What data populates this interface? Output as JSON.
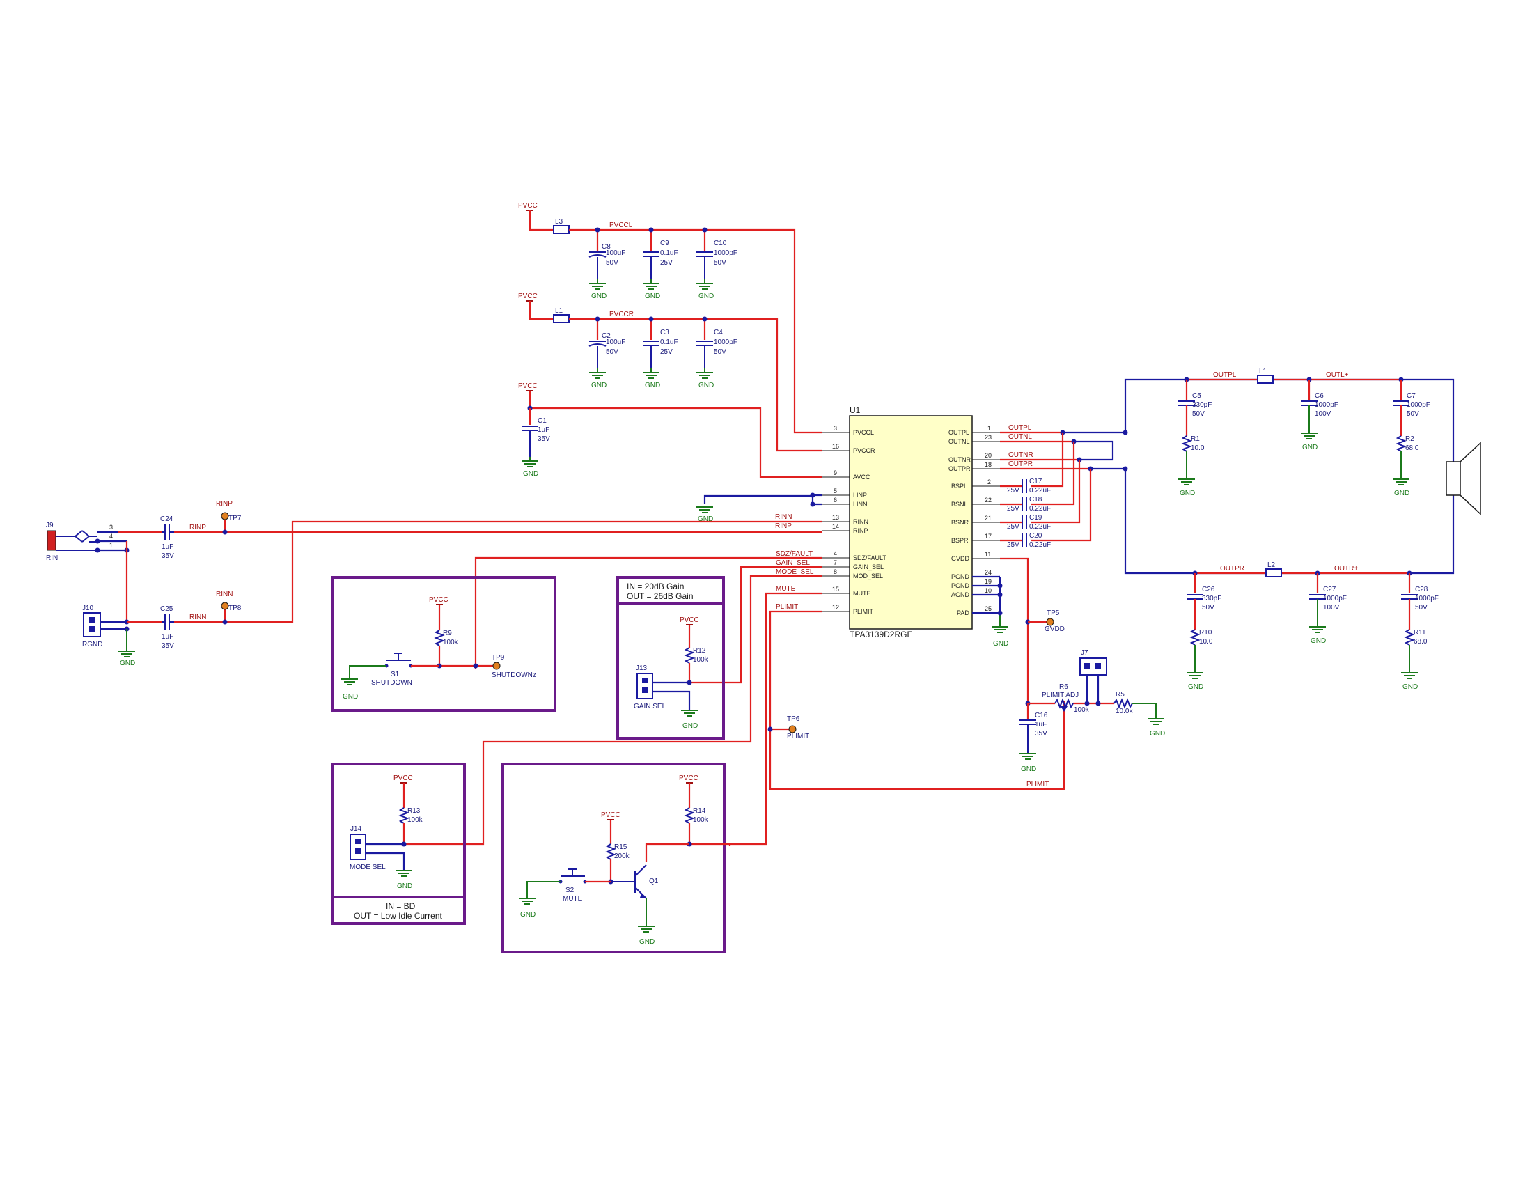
{
  "ic": {
    "ref": "U1",
    "part": "TPA3139D2RGE",
    "left_pins": [
      {
        "num": "3",
        "name": "PVCCL"
      },
      {
        "num": "16",
        "name": "PVCCR"
      },
      {
        "num": "9",
        "name": "AVCC"
      },
      {
        "num": "5",
        "name": "LINP"
      },
      {
        "num": "6",
        "name": "LINN"
      },
      {
        "num": "13",
        "name": "RINN"
      },
      {
        "num": "14",
        "name": "RINP"
      },
      {
        "num": "4",
        "name": "SDZ/FAULT"
      },
      {
        "num": "7",
        "name": "GAIN_SEL"
      },
      {
        "num": "8",
        "name": "MOD_SEL"
      },
      {
        "num": "15",
        "name": "MUTE"
      },
      {
        "num": "12",
        "name": "PLIMIT"
      }
    ],
    "right_pins": [
      {
        "num": "1",
        "name": "OUTPL"
      },
      {
        "num": "23",
        "name": "OUTNL"
      },
      {
        "num": "20",
        "name": "OUTNR"
      },
      {
        "num": "18",
        "name": "OUTPR"
      },
      {
        "num": "2",
        "name": "BSPL"
      },
      {
        "num": "22",
        "name": "BSNL"
      },
      {
        "num": "21",
        "name": "BSNR"
      },
      {
        "num": "17",
        "name": "BSPR"
      },
      {
        "num": "11",
        "name": "GVDD"
      },
      {
        "num": "24",
        "name": "PGND"
      },
      {
        "num": "19",
        "name": "PGND"
      },
      {
        "num": "10",
        "name": "AGND"
      },
      {
        "num": "25",
        "name": "PAD"
      }
    ]
  },
  "power": {
    "pvcc": "PVCC",
    "gnd": "GND",
    "rgnd": "RGND"
  },
  "nets": {
    "pvccl": "PVCCL",
    "pvccr": "PVCCR",
    "rinp": "RINP",
    "rinn": "RINN",
    "sdz_fault": "SDZ/FAULT",
    "gain_sel": "GAIN_SEL",
    "mode_sel": "MODE_SEL",
    "mute": "MUTE",
    "plimit": "PLIMIT",
    "outpl": "OUTPL",
    "outnl": "OUTNL",
    "outnr": "OUTNR",
    "outpr": "OUTPR",
    "outl_plus": "OUTL+",
    "outr_plus": "OUTR+",
    "gvdd": "GVDD"
  },
  "components": {
    "L3": "L3",
    "L1": "L1",
    "L1b": "L1",
    "L2": "L2",
    "C8": [
      "C8",
      "100uF",
      "50V"
    ],
    "C9": [
      "C9",
      "0.1uF",
      "25V"
    ],
    "C10": [
      "C10",
      "1000pF",
      "50V"
    ],
    "C2": [
      "C2",
      "100uF",
      "50V"
    ],
    "C3": [
      "C3",
      "0.1uF",
      "25V"
    ],
    "C4": [
      "C4",
      "1000pF",
      "50V"
    ],
    "C1": [
      "C1",
      "1uF",
      "35V"
    ],
    "C24": [
      "C24",
      "1uF",
      "35V"
    ],
    "C25": [
      "C25",
      "1uF",
      "35V"
    ],
    "C17": [
      "C17",
      "0.22uF",
      "25V"
    ],
    "C18": [
      "C18",
      "0.22uF",
      "25V"
    ],
    "C19": [
      "C19",
      "0.22uF",
      "25V"
    ],
    "C20": [
      "C20",
      "0.22uF",
      "25V"
    ],
    "C5": [
      "C5",
      "330pF",
      "50V"
    ],
    "C6": [
      "C6",
      "1000pF",
      "100V"
    ],
    "C7": [
      "C7",
      "1000pF",
      "50V"
    ],
    "C26": [
      "C26",
      "330pF",
      "50V"
    ],
    "C27": [
      "C27",
      "1000pF",
      "100V"
    ],
    "C28": [
      "C28",
      "1000pF",
      "50V"
    ],
    "C16": [
      "C16",
      "1uF",
      "35V"
    ],
    "R1": [
      "R1",
      "10.0"
    ],
    "R2": [
      "R2",
      "68.0"
    ],
    "R10": [
      "R10",
      "10.0"
    ],
    "R11": [
      "R11",
      "68.0"
    ],
    "R9": [
      "R9",
      "100k"
    ],
    "R12": [
      "R12",
      "100k"
    ],
    "R13": [
      "R13",
      "100k"
    ],
    "R14": [
      "R14",
      "100k"
    ],
    "R15": [
      "R15",
      "200k"
    ],
    "R5": [
      "R5",
      "10.0k"
    ],
    "R6": [
      "R6",
      "PLIMIT ADJ",
      "100k"
    ],
    "J9": [
      "J9",
      "RIN"
    ],
    "J10": [
      "J10",
      "RGND"
    ],
    "J13": [
      "J13",
      "GAIN SEL"
    ],
    "J14": [
      "J14",
      "MODE SEL"
    ],
    "J7": "J7",
    "S1": [
      "S1",
      "SHUTDOWN"
    ],
    "S2": [
      "S2",
      "MUTE"
    ],
    "Q1": "Q1",
    "TP5": [
      "TP5",
      "GVDD"
    ],
    "TP6": [
      "TP6",
      "PLIMIT"
    ],
    "TP7": [
      "TP7",
      "RINP"
    ],
    "TP8": [
      "TP8",
      "RINN"
    ],
    "TP9": [
      "TP9",
      "SHUTDOWNz"
    ]
  },
  "jack_pins": [
    "3",
    "4",
    "1"
  ],
  "notes": {
    "gain_line1": "IN = 20dB Gain",
    "gain_line2": "OUT = 26dB Gain",
    "mode_line1": "IN = BD",
    "mode_line2": "OUT = Low Idle Current"
  }
}
